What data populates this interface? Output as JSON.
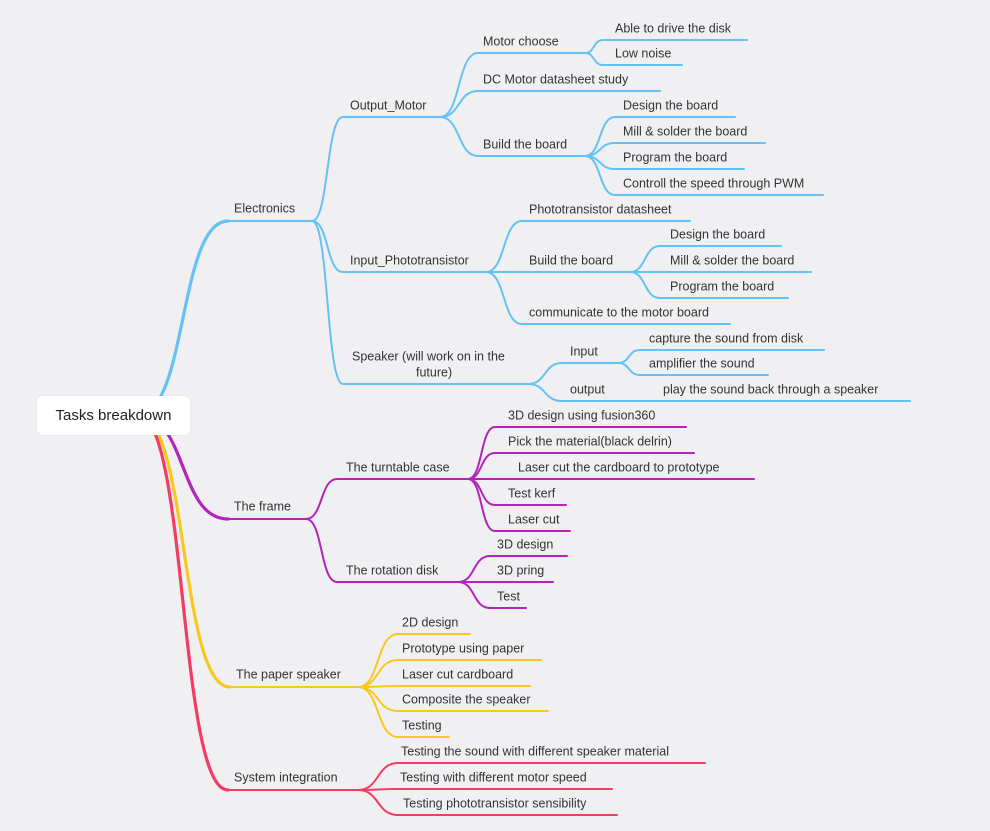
{
  "root": "Tasks breakdown",
  "colors": {
    "electronics": "#65c2f5",
    "frame": "#b424b8",
    "speaker": "#f9c81e",
    "integration": "#f23d63"
  },
  "branches": [
    {
      "label": "Electronics",
      "color": "#65c2f5",
      "children": [
        {
          "label": "Output_Motor",
          "children": [
            {
              "label": "Motor choose",
              "children": [
                {
                  "label": "Able to drive the disk"
                },
                {
                  "label": "Low noise"
                }
              ]
            },
            {
              "label": "DC Motor datasheet study"
            },
            {
              "label": "Build the board",
              "children": [
                {
                  "label": "Design the board"
                },
                {
                  "label": "Mill & solder the board"
                },
                {
                  "label": "Program the board"
                },
                {
                  "label": "Controll the speed through PWM"
                }
              ]
            }
          ]
        },
        {
          "label": "Input_Phototransistor",
          "children": [
            {
              "label": "Phototransistor datasheet"
            },
            {
              "label": "Build the board",
              "children": [
                {
                  "label": "Design the board"
                },
                {
                  "label": "Mill & solder the board"
                },
                {
                  "label": "Program the board"
                }
              ]
            },
            {
              "label": "communicate to the motor board"
            }
          ]
        },
        {
          "label": "Speaker (will work on in the future)",
          "lines": [
            "Speaker (will work on in the",
            "future)"
          ],
          "children": [
            {
              "label": "Input",
              "children": [
                {
                  "label": "capture the sound from disk"
                },
                {
                  "label": "amplifier the sound"
                }
              ]
            },
            {
              "label": "output",
              "children": [
                {
                  "label": "play the sound back through a speaker"
                }
              ]
            }
          ]
        }
      ]
    },
    {
      "label": "The frame",
      "color": "#b424b8",
      "children": [
        {
          "label": "The turntable case",
          "children": [
            {
              "label": "3D design using fusion360"
            },
            {
              "label": "Pick the material(black delrin)"
            },
            {
              "label": "Laser cut the cardboard to prototype"
            },
            {
              "label": "Test kerf"
            },
            {
              "label": "Laser cut"
            }
          ]
        },
        {
          "label": "The rotation disk",
          "children": [
            {
              "label": "3D design"
            },
            {
              "label": "3D pring"
            },
            {
              "label": "Test"
            }
          ]
        }
      ]
    },
    {
      "label": "The paper speaker",
      "color": "#f9c81e",
      "children": [
        {
          "label": "2D design"
        },
        {
          "label": "Prototype using paper"
        },
        {
          "label": "Laser cut cardboard"
        },
        {
          "label": "Composite the speaker"
        },
        {
          "label": "Testing"
        }
      ]
    },
    {
      "label": "System integration",
      "color": "#f23d63",
      "children": [
        {
          "label": "Testing the sound with different speaker material"
        },
        {
          "label": "Testing with different motor speed"
        },
        {
          "label": "Testing phototransistor sensibility"
        }
      ]
    }
  ]
}
